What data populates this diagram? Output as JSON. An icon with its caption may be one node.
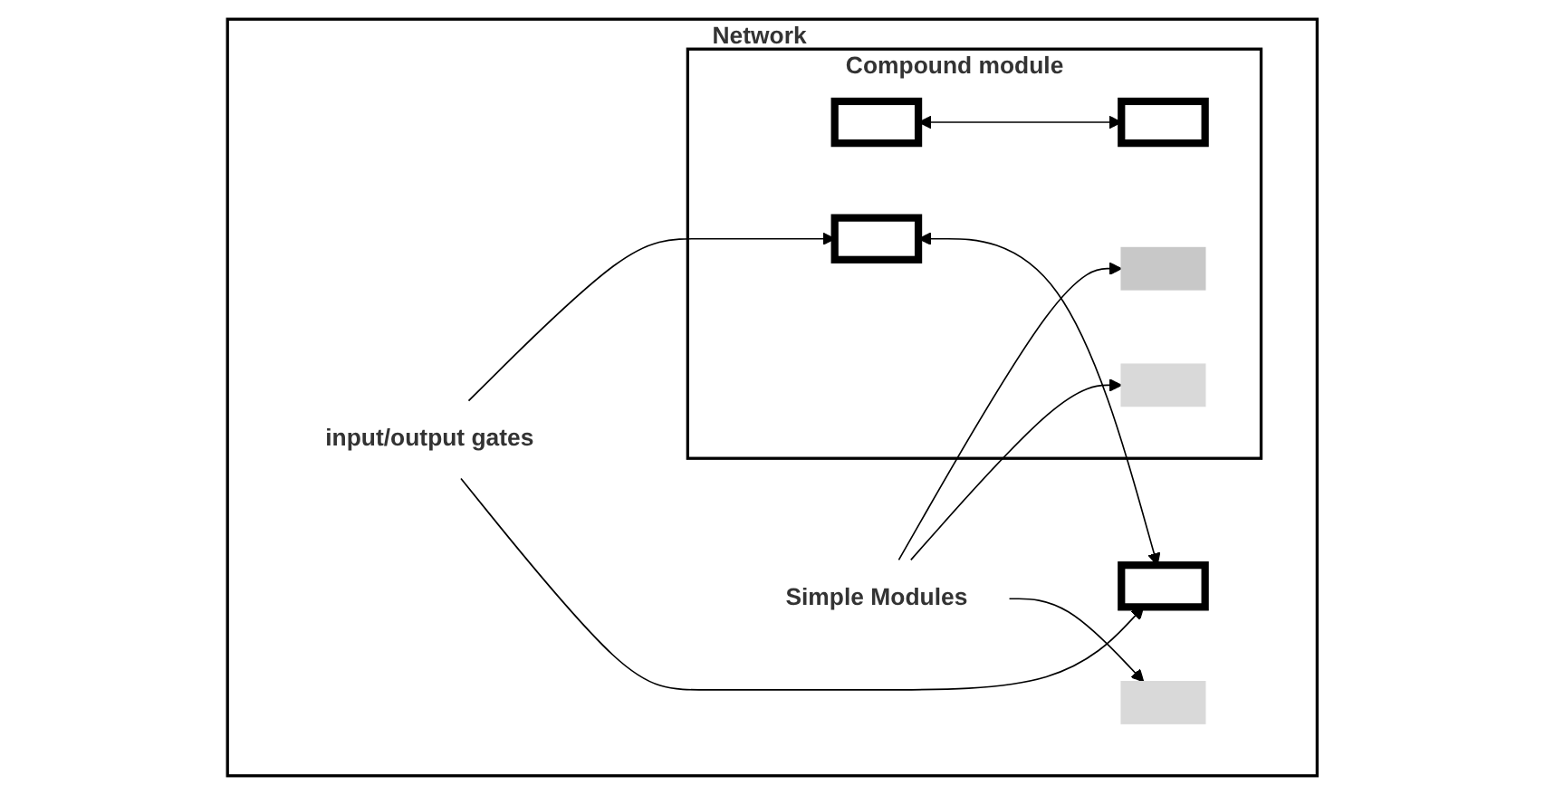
{
  "diagram": {
    "nodes": [
      {
        "text": [
          "Network"
        ]
      },
      {
        "text": [
          "Compound module"
        ],
        "in": 0
      },
      {
        "text": [
          "Simple Modules"
        ],
        "in": 0
      },
      {
        "text": [],
        "shape": "box",
        "in": 1
      },
      {
        "text": [],
        "shape": "box",
        "in": 1
      },
      {
        "text": [],
        "shape": "box",
        "in": 1
      },
      {
        "text": [],
        "shape": "box",
        "in": 1
      },
      {
        "text": [],
        "shape": "box",
        "in": 1
      },
      {
        "text": [],
        "shape": "box",
        "in": 0
      },
      {
        "text": [],
        "shape": "box",
        "in": 0
      },
      {
        "text": [
          "input/output gates"
        ],
        "in": 0
      }
    ],
    "edges": [
      {
        "from": 2,
        "to": 3,
        "arrow": "to"
      },
      {
        "from": 2,
        "to": 6,
        "arrow": "to"
      },
      {
        "from": 2,
        "to": 9,
        "arrow": "to"
      },
      {
        "from": 4,
        "to": 5,
        "arrow": "both"
      },
      {
        "from": 7,
        "to": 8,
        "arrow": "both"
      },
      {
        "from": 10,
        "to": 7,
        "arrow": "to"
      },
      {
        "from": 10,
        "to": 8,
        "arrow": "to"
      }
    ]
  }
}
